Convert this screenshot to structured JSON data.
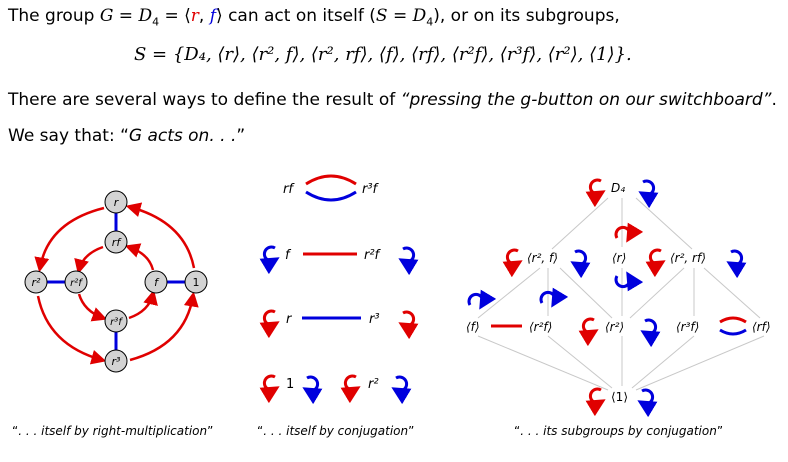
{
  "text": {
    "line1": {
      "a": "The group ",
      "G": "G",
      "eq": " = D",
      "sub4": "4",
      "eq2": " = ⟨",
      "r": "r",
      "comma": ", ",
      "f": "f",
      "close": "⟩",
      "b": " can act on itself (",
      "S": "S",
      "eq3": " = D",
      "sub4b": "4",
      "c": "), or on its subgroups,"
    },
    "line2": "S = {D₄, ⟨r⟩, ⟨r², f⟩, ⟨r², rf⟩, ⟨f⟩, ⟨rf⟩, ⟨r²f⟩, ⟨r³f⟩, ⟨r²⟩, ⟨1⟩}.",
    "line3": {
      "a": "There are several ways to define the result of ",
      "b": "“pressing the g-button on our switchboard”",
      "c": "."
    },
    "line4": {
      "a": "We say that: “",
      "b": "G acts on. . .",
      "c": "”"
    }
  },
  "captions": {
    "left": {
      "q1": "“",
      "body": ". . . itself by right-multiplication",
      "q2": "”"
    },
    "middle": {
      "q1": "“",
      "body": ". . . itself by conjugation",
      "q2": "”"
    },
    "right": {
      "q1": "“",
      "body": ". . . its subgroups by conjugation",
      "q2": "”"
    }
  },
  "cayley": {
    "nodes": {
      "r": "r",
      "rf": "rf",
      "r2": "r²",
      "r2f": "r²f",
      "f": "f",
      "one": "1",
      "r3f": "r³f",
      "r3": "r³"
    }
  },
  "conjugation": {
    "rf": "rf",
    "r3f": "r³f",
    "f": "f",
    "r2f": "r²f",
    "r": "r",
    "r3": "r³",
    "one": "1",
    "r2": "r²"
  },
  "lattice": {
    "D4": "D₄",
    "r2f_sub": "⟨r², f⟩",
    "r_sub": "⟨r⟩",
    "r2rf_sub": "⟨r², rf⟩",
    "f_sub": "⟨f⟩",
    "r2f_el": "⟨r²f⟩",
    "r2_sub": "⟨r²⟩",
    "r3f_sub": "⟨r³f⟩",
    "rf_sub": "⟨rf⟩",
    "one_sub": "⟨1⟩"
  },
  "colors": {
    "red": "#e00000",
    "blue": "#0000dd",
    "node": "#d3d3d3"
  }
}
